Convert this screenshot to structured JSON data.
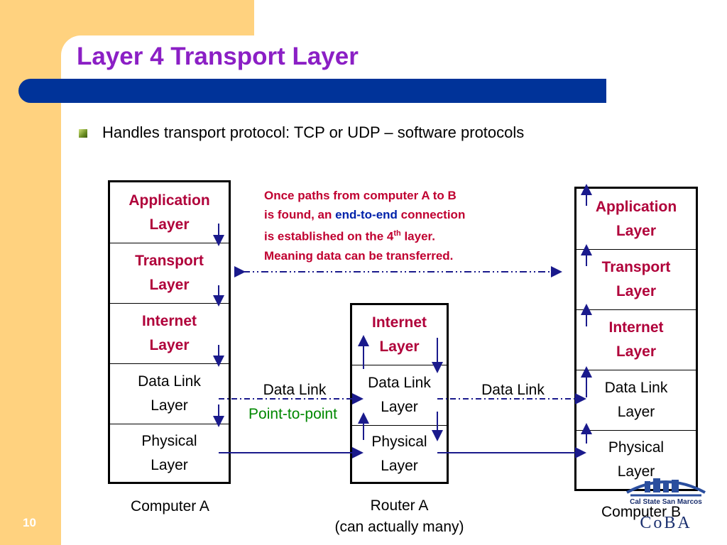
{
  "title": "Layer 4 Transport Layer",
  "bullet": "Handles transport protocol: TCP or UDP – software protocols",
  "computer_a": {
    "label": "Computer A",
    "layers": [
      {
        "line1": "Application",
        "line2": "Layer"
      },
      {
        "line1": "Transport",
        "line2": "Layer"
      },
      {
        "line1": "Internet",
        "line2": "Layer"
      },
      {
        "line1": "Data Link",
        "line2": "Layer"
      },
      {
        "line1": "Physical",
        "line2": "Layer"
      }
    ]
  },
  "router_a": {
    "label_line1": "Router A",
    "label_line2": "(can actually many)",
    "layers": [
      {
        "line1": "Internet",
        "line2": "Layer"
      },
      {
        "line1": "Data Link",
        "line2": "Layer"
      },
      {
        "line1": "Physical",
        "line2": "Layer"
      }
    ]
  },
  "computer_b": {
    "label": "Computer B",
    "layers": [
      {
        "line1": "Application",
        "line2": "Layer"
      },
      {
        "line1": "Transport",
        "line2": "Layer"
      },
      {
        "line1": "Internet",
        "line2": "Layer"
      },
      {
        "line1": "Data Link",
        "line2": "Layer"
      },
      {
        "line1": "Physical",
        "line2": "Layer"
      }
    ]
  },
  "note": {
    "line1": "Once paths from computer A to B",
    "line2_pre": "is found, an ",
    "line2_hl": "end-to-end",
    "line2_post": " connection",
    "line3_pre": "is established on the 4",
    "line3_sup": "th",
    "line3_post": " layer.",
    "line4": "Meaning data can be transferred."
  },
  "link_left": {
    "label": "Data Link",
    "sub": "Point-to-point"
  },
  "link_right": {
    "label": "Data Link"
  },
  "logo": {
    "line1": "Cal State San Marcos",
    "line2": "CoBA"
  },
  "page_number": "10",
  "colors": {
    "accent_bar": "#003399",
    "title": "#8B1FC5",
    "sidebar": "#FFD27F",
    "red_text": "#B0003A",
    "arrow": "#1a1a8c",
    "green": "#008800"
  }
}
